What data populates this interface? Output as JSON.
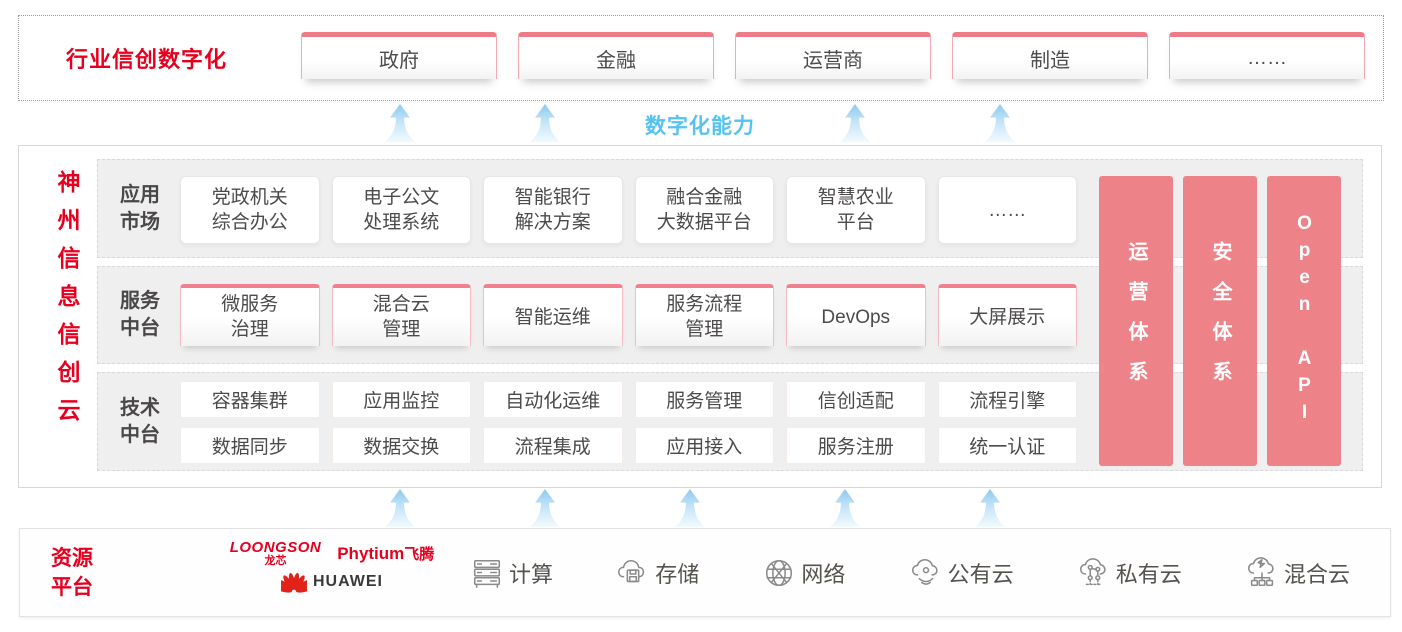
{
  "colors": {
    "brand_red": "#e60020",
    "pillar_pink": "#ee8289",
    "capability_blue": "#55c3f1",
    "huawei_red": "#e2231a"
  },
  "top_section": {
    "title": "行业信创数字化",
    "tabs": [
      "政府",
      "金融",
      "运营商",
      "制造",
      "……"
    ]
  },
  "capability_label": "数字化能力",
  "main_section": {
    "title": "神州信息信创云",
    "bands": [
      {
        "label": "应用\n市场",
        "cards": [
          "党政机关\n综合办公",
          "电子公文\n处理系统",
          "智能银行\n解决方案",
          "融合金融\n大数据平台",
          "智慧农业\n平台",
          "……"
        ]
      },
      {
        "label": "服务\n中台",
        "cards": [
          "微服务\n治理",
          "混合云\n管理",
          "智能运维",
          "服务流程\n管理",
          "DevOps",
          "大屏展示"
        ]
      },
      {
        "label": "技术\n中台",
        "rows": [
          [
            "容器集群",
            "应用监控",
            "自动化运维",
            "服务管理",
            "信创适配",
            "流程引擎"
          ],
          [
            "数据同步",
            "数据交换",
            "流程集成",
            "应用接入",
            "服务注册",
            "统一认证"
          ]
        ]
      }
    ],
    "pillars": [
      "运营体系",
      "安全体系",
      "Open API"
    ]
  },
  "resource_section": {
    "title": "资源\n平台",
    "vendors": {
      "loongson": {
        "name": "LOONGSON",
        "sub": "龙芯"
      },
      "phytium": {
        "name": "Phytium",
        "sub": "飞腾"
      },
      "huawei": {
        "name": "HUAWEI"
      }
    },
    "resources": [
      {
        "icon": "server-icon",
        "label": "计算"
      },
      {
        "icon": "storage-icon",
        "label": "存储"
      },
      {
        "icon": "network-icon",
        "label": "网络"
      },
      {
        "icon": "public-cloud-icon",
        "label": "公有云"
      },
      {
        "icon": "private-cloud-icon",
        "label": "私有云"
      },
      {
        "icon": "hybrid-cloud-icon",
        "label": "混合云"
      }
    ]
  }
}
